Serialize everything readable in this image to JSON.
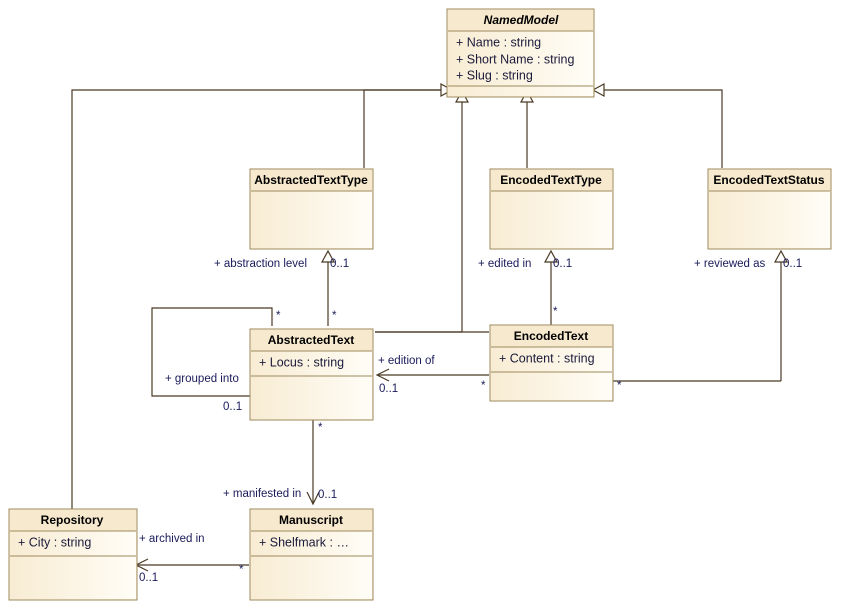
{
  "diagram": {
    "kind": "uml-class-diagram",
    "background": "#ffffff",
    "class_fill": "#fbf0d9",
    "class_header_fill": "#f7e9cd",
    "class_border": "#9c8a5e",
    "line_color": "#4a3a24",
    "label_color": "#1a1a5a"
  },
  "classes": {
    "named_model": {
      "name": "NamedModel",
      "abstract": true,
      "attributes": [
        "+ Name : string",
        "+ Short Name : string",
        "+ Slug : string"
      ]
    },
    "abstracted_text_type": {
      "name": "AbstractedTextType",
      "abstract": false,
      "attributes": []
    },
    "encoded_text_type": {
      "name": "EncodedTextType",
      "abstract": false,
      "attributes": []
    },
    "encoded_text_status": {
      "name": "EncodedTextStatus",
      "abstract": false,
      "attributes": []
    },
    "abstracted_text": {
      "name": "AbstractedText",
      "abstract": false,
      "attributes": [
        "+ Locus : string"
      ]
    },
    "encoded_text": {
      "name": "EncodedText",
      "abstract": false,
      "attributes": [
        "+ Content : string"
      ]
    },
    "repository": {
      "name": "Repository",
      "abstract": false,
      "attributes": [
        "+ City : string"
      ]
    },
    "manuscript": {
      "name": "Manuscript",
      "abstract": false,
      "attributes": [
        "+ Shelfmark : …"
      ]
    }
  },
  "associations": {
    "abstraction_level": {
      "label": "+ abstraction level",
      "target_multiplicity": "0..1",
      "source_multiplicity": "*"
    },
    "edited_in": {
      "label": "+ edited in",
      "target_multiplicity": "0..1",
      "source_multiplicity": "*"
    },
    "reviewed_as": {
      "label": "+ reviewed as",
      "target_multiplicity": "0..1",
      "source_multiplicity": "*"
    },
    "grouped_into": {
      "label": "+ grouped into",
      "target_multiplicity": "0..1",
      "source_multiplicity": "*"
    },
    "edition_of": {
      "label": "+ edition of",
      "target_multiplicity": "0..1",
      "source_multiplicity": "*"
    },
    "manifested_in": {
      "label": "+ manifested in",
      "target_multiplicity": "0..1",
      "source_multiplicity": "*"
    },
    "archived_in": {
      "label": "+ archived in",
      "target_multiplicity": "0..1",
      "source_multiplicity": "*"
    }
  }
}
